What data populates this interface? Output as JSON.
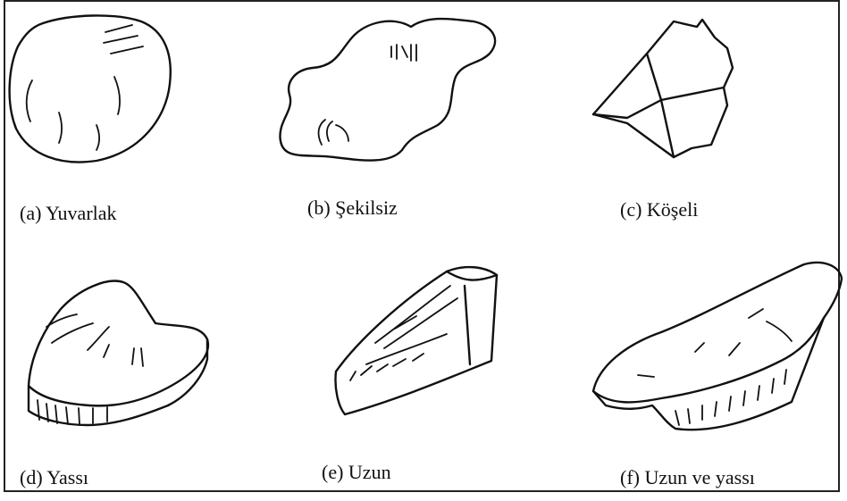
{
  "figure": {
    "items": [
      {
        "caption": "(a) Yuvarlak",
        "shape_icon": "rounded-stone-icon"
      },
      {
        "caption": "(b) Şekilsiz",
        "shape_icon": "irregular-stone-icon"
      },
      {
        "caption": "(c) Köşeli",
        "shape_icon": "angular-stone-icon"
      },
      {
        "caption": "(d) Yassı",
        "shape_icon": "flat-stone-icon"
      },
      {
        "caption": "(e) Uzun",
        "shape_icon": "elongated-stone-icon"
      },
      {
        "caption": "(f) Uzun ve yassı",
        "shape_icon": "elongated-flat-stone-icon"
      }
    ]
  }
}
